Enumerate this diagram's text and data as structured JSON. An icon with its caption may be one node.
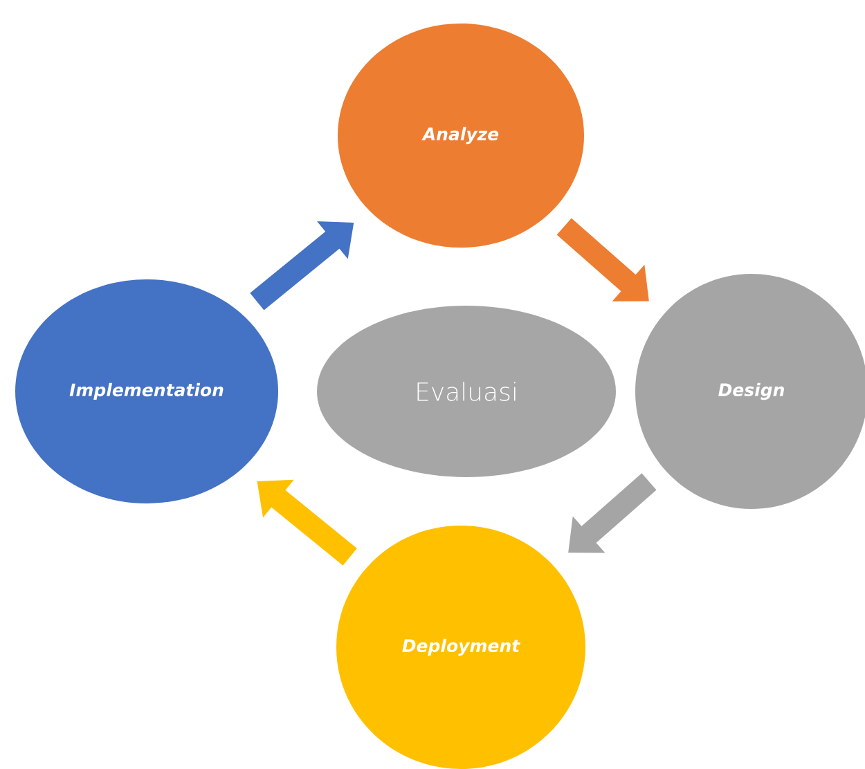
{
  "diagram": {
    "nodes": [
      {
        "text": [
          "Analyze"
        ]
      },
      {
        "text": [
          "Design"
        ]
      },
      {
        "text": [
          "Deployment"
        ]
      },
      {
        "text": [
          "Implementation"
        ]
      },
      {
        "text": [
          "Evaluasi"
        ]
      }
    ],
    "edges": [
      {
        "from": 3,
        "to": 0,
        "arrow": "to",
        "color": "#4472c4"
      },
      {
        "from": 0,
        "to": 1,
        "arrow": "to",
        "color": "#ed7d31"
      },
      {
        "from": 1,
        "to": 2,
        "arrow": "to",
        "color": "#a5a5a5"
      },
      {
        "from": 2,
        "to": 3,
        "arrow": "to",
        "color": "#ffc000"
      }
    ]
  }
}
